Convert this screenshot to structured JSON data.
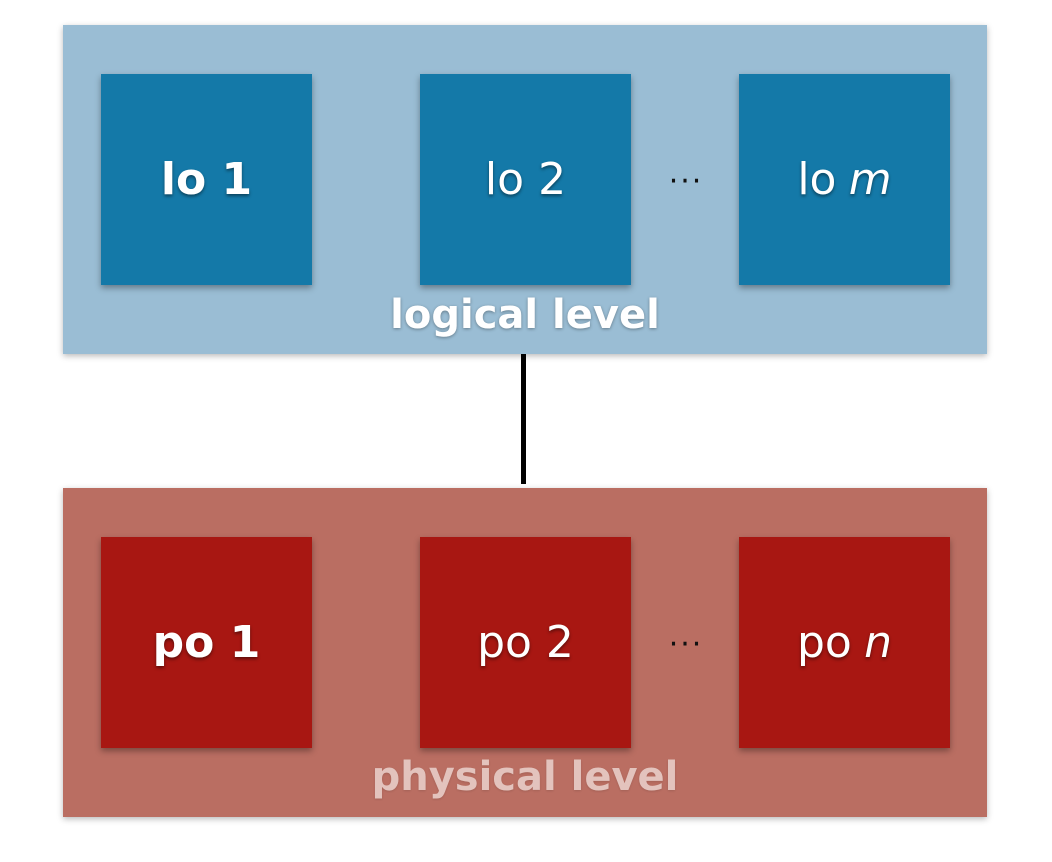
{
  "logical_level": {
    "label": "logical level",
    "color": "#9abdd4",
    "box_color": "#1479a8",
    "boxes": [
      {
        "prefix": "lo",
        "suffix": "1"
      },
      {
        "prefix": "lo",
        "suffix": "2"
      },
      {
        "prefix": "lo",
        "suffix": "m"
      }
    ],
    "ellipsis": "···"
  },
  "physical_level": {
    "label": "physical level",
    "color": "#ba6e62",
    "box_color": "#a81712",
    "boxes": [
      {
        "prefix": "po",
        "suffix": "1"
      },
      {
        "prefix": "po",
        "suffix": "2"
      },
      {
        "prefix": "po",
        "suffix": "n"
      }
    ],
    "ellipsis": "···"
  }
}
